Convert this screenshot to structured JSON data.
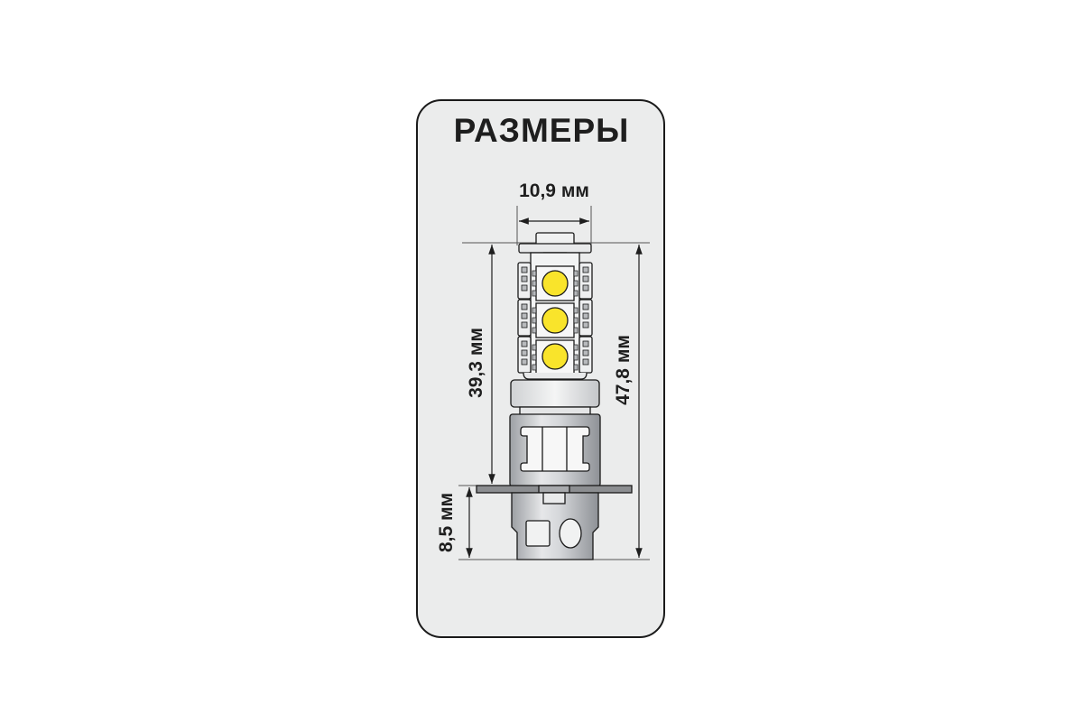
{
  "title": "РАЗМЕРЫ",
  "dimensions": {
    "width": "10,9 мм",
    "led_section_height": "39,3 мм",
    "total_height": "47,8 мм",
    "base_height": "8,5 мм"
  },
  "colors": {
    "card_background": "#ebecec",
    "led_yellow": "#f9e42b",
    "outline": "#1a1a1a",
    "base_metal": "#c3c5c8"
  }
}
